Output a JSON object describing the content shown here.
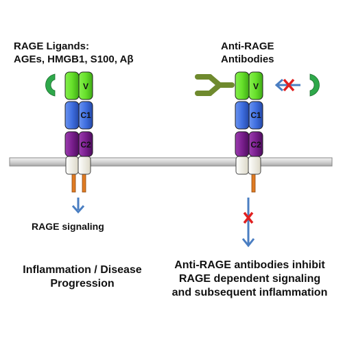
{
  "left_panel": {
    "title_line1": "RAGE Ligands:",
    "title_line2": "AGEs, HMGB1, S100, Aβ",
    "signaling_label": "RAGE signaling",
    "outcome_line1": "Inflammation / Disease",
    "outcome_line2": "Progression"
  },
  "right_panel": {
    "title_line1": "Anti-RAGE",
    "title_line2": "Antibodies",
    "outcome_line1": "Anti-RAGE antibodies inhibit",
    "outcome_line2": "RAGE dependent signaling",
    "outcome_line3": "and subsequent inflammation"
  },
  "domains": {
    "v_label": "V",
    "c1_label": "C1",
    "c2_label": "C2"
  },
  "colors": {
    "v_domain": "#66e02a",
    "c1_domain": "#3f6fe0",
    "c2_domain": "#7a1f8e",
    "transmembrane": "#f3f1e6",
    "cytoplasmic_tail": "#e07b22",
    "ligand": "#2ea84a",
    "antibody": "#6f8a2e",
    "arrow": "#4a7ec2",
    "block_x": "#e02020",
    "membrane": "#d8d8d8"
  },
  "icons": [
    "ligand-crescent-icon",
    "antibody-y-icon",
    "down-arrow-icon",
    "block-x-icon"
  ]
}
